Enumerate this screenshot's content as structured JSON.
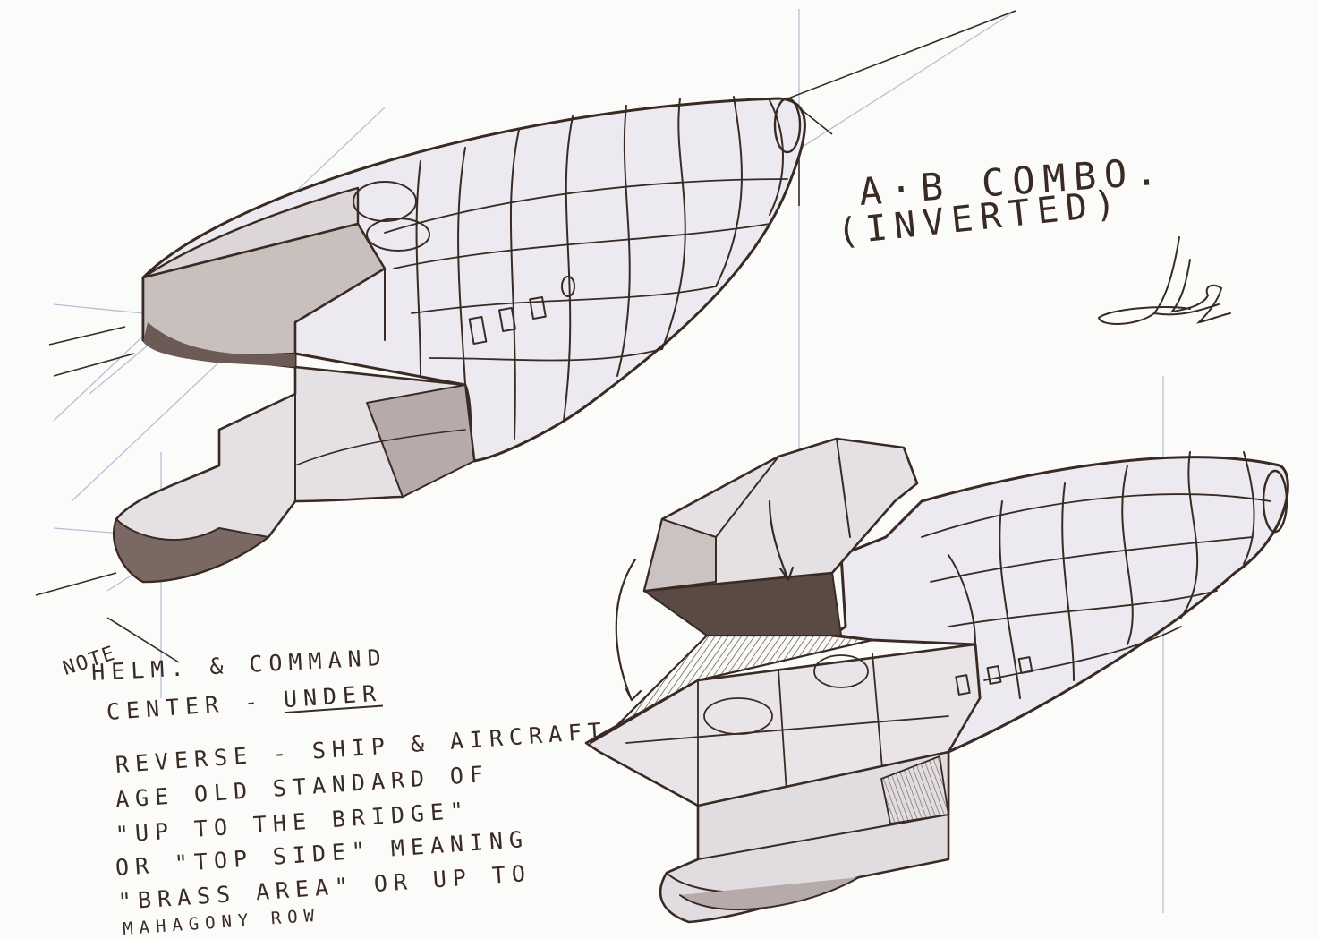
{
  "title": {
    "line1": "A·B COMBO.",
    "line2": "(INVERTED)"
  },
  "note": {
    "label": "NOTE",
    "line1": "HELM. & COMMAND",
    "line2_prefix": "CENTER - ",
    "line2_emphasis": "UNDER",
    "line3": "REVERSE - SHIP & AIRCRAFT",
    "line4": "AGE OLD STANDARD OF",
    "line5": "\"UP TO THE BRIDGE\"",
    "line6": "OR \"TOP SIDE\" MEANING",
    "line7": "\"BRASS AREA\" OR UP TO",
    "line8": "MAHAGONY ROW"
  },
  "signature": "JJ",
  "colors": {
    "ink": "#3a2a24",
    "wash": "#a79a96",
    "blueline": "#b7bfd6",
    "paper": "#fbfbfa"
  }
}
